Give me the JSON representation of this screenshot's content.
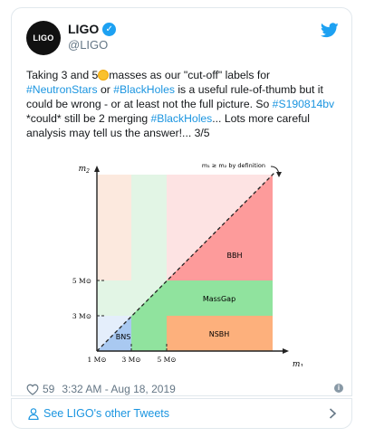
{
  "tweet": {
    "author_name": "LIGO",
    "handle": "@LIGO",
    "avatar_text": "LIGO",
    "text_parts": [
      "Taking 3 and 5",
      "masses as our \"cut-off\" labels for ",
      "#NeutronStars",
      " or ",
      "#BlackHoles",
      " is a useful rule-of-thumb but it could be wrong - or at least not the full picture. So ",
      "#S190814bv",
      " *could* still be 2 merging ",
      "#BlackHoles",
      "... Lots more careful analysis may tell us the answer!... 3/5"
    ],
    "likes": "59",
    "timestamp": "3:32 AM - Aug 18, 2019",
    "other_tweets_label": "See LIGO's other Tweets"
  },
  "figure": {
    "y_axis_label": "m",
    "y_axis_sub": "2",
    "x_axis_label": "m",
    "x_axis_sub": "1",
    "definition_note": "m₁ ≥ m₂ by definition",
    "y_ticks": [
      "5 M⊙",
      "3 M⊙"
    ],
    "x_ticks": [
      "1 M⊙",
      "3 M⊙",
      "5 M⊙"
    ],
    "regions": [
      "BBH",
      "MassGap",
      "NSBH",
      "BNS"
    ],
    "colors": {
      "bbh": "#fd9b9b",
      "massgap": "#90e39e",
      "nsbh": "#fdb07c",
      "bns": "#a9c9f1"
    }
  }
}
